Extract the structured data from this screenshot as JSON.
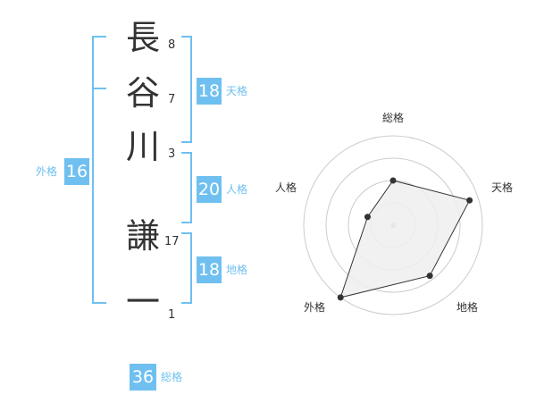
{
  "name": {
    "characters": [
      {
        "char": "長",
        "strokes": "8"
      },
      {
        "char": "谷",
        "strokes": "7"
      },
      {
        "char": "川",
        "strokes": "3"
      },
      {
        "char": "謙",
        "strokes": "17"
      },
      {
        "char": "一",
        "strokes": "1"
      }
    ]
  },
  "fortunes": {
    "tenkaku": {
      "value": "18",
      "label": "天格"
    },
    "jinkaku": {
      "value": "20",
      "label": "人格"
    },
    "chikaku": {
      "value": "18",
      "label": "地格"
    },
    "gaikaku": {
      "value": "16",
      "label": "外格"
    },
    "soukaku": {
      "value": "36",
      "label": "総格"
    }
  },
  "radar": {
    "axes": [
      "総格",
      "天格",
      "地格",
      "外格",
      "人格"
    ],
    "levels": [
      0.5,
      0.9,
      0.7,
      1.0,
      0.3
    ],
    "colors": {
      "fill": "#eeeeee",
      "stroke": "#333333",
      "grid": "#cccccc",
      "center": "#bbbbbb"
    }
  },
  "colors": {
    "accent": "#6fc0f0"
  }
}
